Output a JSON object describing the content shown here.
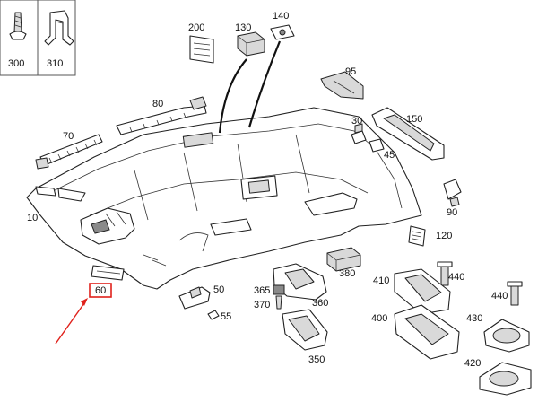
{
  "legend_cells": [
    {
      "id": "cell-300",
      "label": "300"
    },
    {
      "id": "cell-310",
      "label": "310"
    }
  ],
  "parts": [
    {
      "id": "10",
      "label": "10"
    },
    {
      "id": "30",
      "label": "30"
    },
    {
      "id": "45",
      "label": "45"
    },
    {
      "id": "50",
      "label": "50"
    },
    {
      "id": "55",
      "label": "55"
    },
    {
      "id": "60",
      "label": "60"
    },
    {
      "id": "70",
      "label": "70"
    },
    {
      "id": "80",
      "label": "80"
    },
    {
      "id": "90",
      "label": "90"
    },
    {
      "id": "95",
      "label": "95"
    },
    {
      "id": "120",
      "label": "120"
    },
    {
      "id": "130",
      "label": "130"
    },
    {
      "id": "140",
      "label": "140"
    },
    {
      "id": "150",
      "label": "150"
    },
    {
      "id": "200",
      "label": "200"
    },
    {
      "id": "350",
      "label": "350"
    },
    {
      "id": "360",
      "label": "360"
    },
    {
      "id": "365",
      "label": "365"
    },
    {
      "id": "370",
      "label": "370"
    },
    {
      "id": "380",
      "label": "380"
    },
    {
      "id": "400",
      "label": "400"
    },
    {
      "id": "410",
      "label": "410"
    },
    {
      "id": "420",
      "label": "420"
    },
    {
      "id": "430",
      "label": "430"
    },
    {
      "id": "440a",
      "label": "440"
    },
    {
      "id": "440b",
      "label": "440"
    }
  ],
  "highlight": {
    "label": "60",
    "color": "#e0211b"
  },
  "colors": {
    "line": "#222222",
    "arrow": "#e0211b"
  }
}
